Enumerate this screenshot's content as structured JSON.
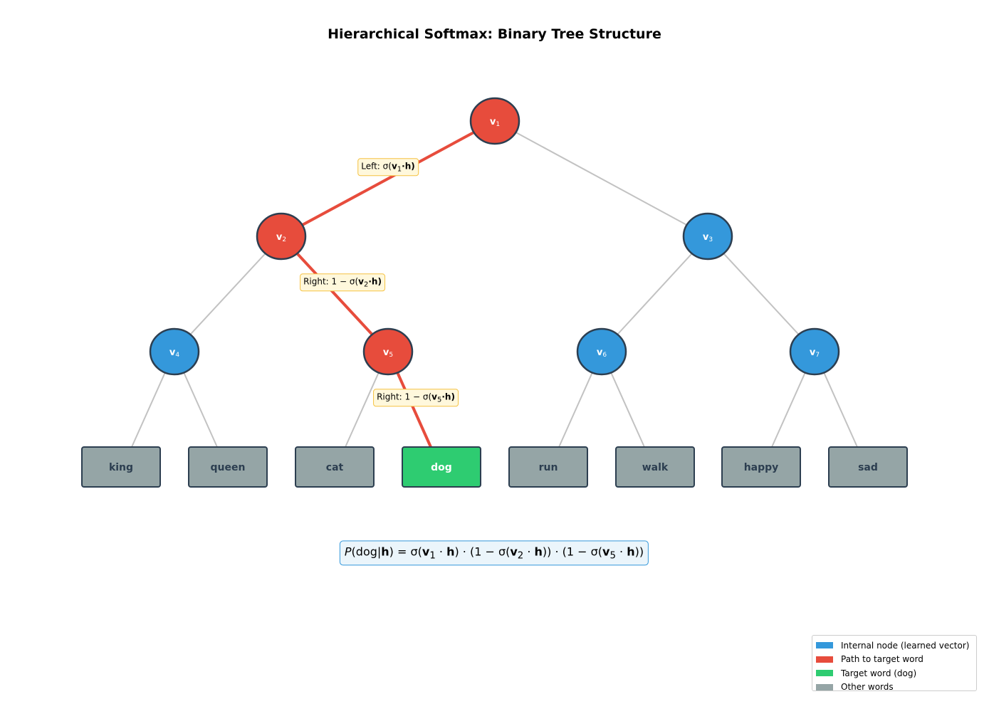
{
  "title": "Hierarchical Softmax: Binary Tree Structure",
  "colors": {
    "internal": "#3498db",
    "path": "#e74c3c",
    "target": "#2ecc71",
    "other": "#95a5a6",
    "outline": "#2c3e50",
    "edge": "#c2c2c2",
    "label_bg": "#fff8dc",
    "label_border": "#f5c242",
    "formula_bg": "#ebf5fb",
    "formula_border": "#3498db"
  },
  "nodes": [
    {
      "id": "v1",
      "label": "v",
      "sub": "1",
      "on_path": true
    },
    {
      "id": "v2",
      "label": "v",
      "sub": "2",
      "on_path": true
    },
    {
      "id": "v3",
      "label": "v",
      "sub": "3",
      "on_path": false
    },
    {
      "id": "v4",
      "label": "v",
      "sub": "4",
      "on_path": false
    },
    {
      "id": "v5",
      "label": "v",
      "sub": "5",
      "on_path": true
    },
    {
      "id": "v6",
      "label": "v",
      "sub": "6",
      "on_path": false
    },
    {
      "id": "v7",
      "label": "v",
      "sub": "7",
      "on_path": false
    }
  ],
  "leaves": [
    {
      "word": "king",
      "target": false
    },
    {
      "word": "queen",
      "target": false
    },
    {
      "word": "cat",
      "target": false
    },
    {
      "word": "dog",
      "target": true
    },
    {
      "word": "run",
      "target": false
    },
    {
      "word": "walk",
      "target": false
    },
    {
      "word": "happy",
      "target": false
    },
    {
      "word": "sad",
      "target": false
    }
  ],
  "edge_labels": {
    "l1": {
      "dir": "Left: ",
      "expr_pre": "σ(",
      "v": "v",
      "sub": "1",
      "expr_post": "·h)"
    },
    "l2": {
      "dir": "Right: ",
      "expr_pre": "1 − σ(",
      "v": "v",
      "sub": "2",
      "expr_post": "·h)"
    },
    "l3": {
      "dir": "Right: ",
      "expr_pre": "1 − σ(",
      "v": "v",
      "sub": "5",
      "expr_post": "·h)"
    }
  },
  "formula": {
    "lhs_p": "P",
    "lhs_args": "(dog|",
    "lhs_h": "h",
    "lhs_end": ") = σ(",
    "v1": "v",
    "s1": "1",
    "t1": " · ",
    "h1": "h",
    "t2": ") · (1 − σ(",
    "v2": "v",
    "s2": "2",
    "t3": " · ",
    "h2": "h",
    "t4": ")) · (1 − σ(",
    "v5": "v",
    "s5": "5",
    "t5": " · ",
    "h3": "h",
    "t6": "))"
  },
  "legend": [
    {
      "label": "Internal node (learned vector)",
      "color": "#3498db"
    },
    {
      "label": "Path to target word",
      "color": "#e74c3c"
    },
    {
      "label": "Target word (dog)",
      "color": "#2ecc71"
    },
    {
      "label": "Other words",
      "color": "#95a5a6"
    }
  ]
}
